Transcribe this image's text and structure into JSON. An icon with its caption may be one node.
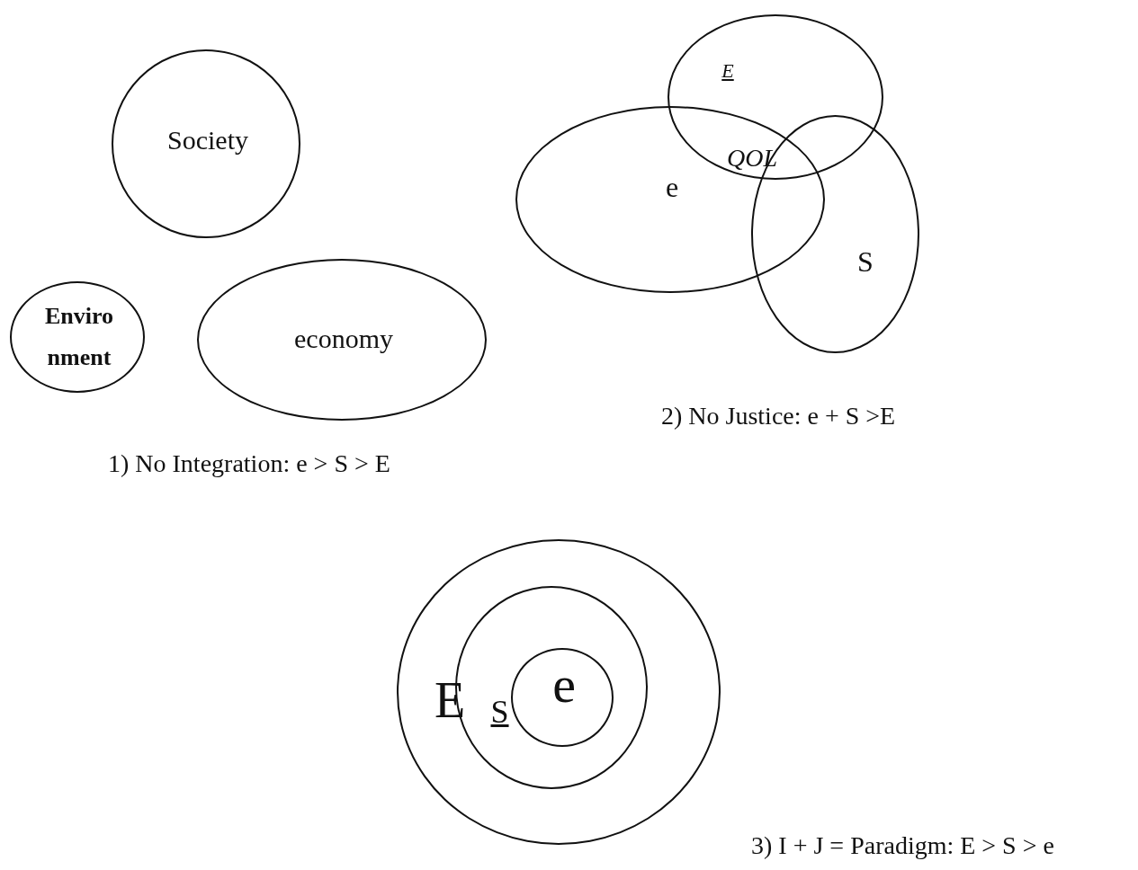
{
  "diagram": {
    "nodes": [
      {
        "text": [
          "Society"
        ]
      },
      {
        "text": [
          "Enviro nment"
        ]
      },
      {
        "text": [
          "economy"
        ]
      },
      {
        "text": [
          "E"
        ]
      },
      {
        "text": [
          "e"
        ]
      },
      {
        "text": [
          "S"
        ]
      },
      {
        "text": [
          "E"
        ]
      },
      {
        "text": [
          "S"
        ],
        "in": 6
      },
      {
        "text": [
          "e"
        ],
        "in": 7
      }
    ],
    "edges": [],
    "labels": [
      "QOL",
      "2) No Justice: e + S >E",
      "1) No Integration: e > S > E",
      "3) I + J = Paradigm: E > S > e"
    ]
  }
}
